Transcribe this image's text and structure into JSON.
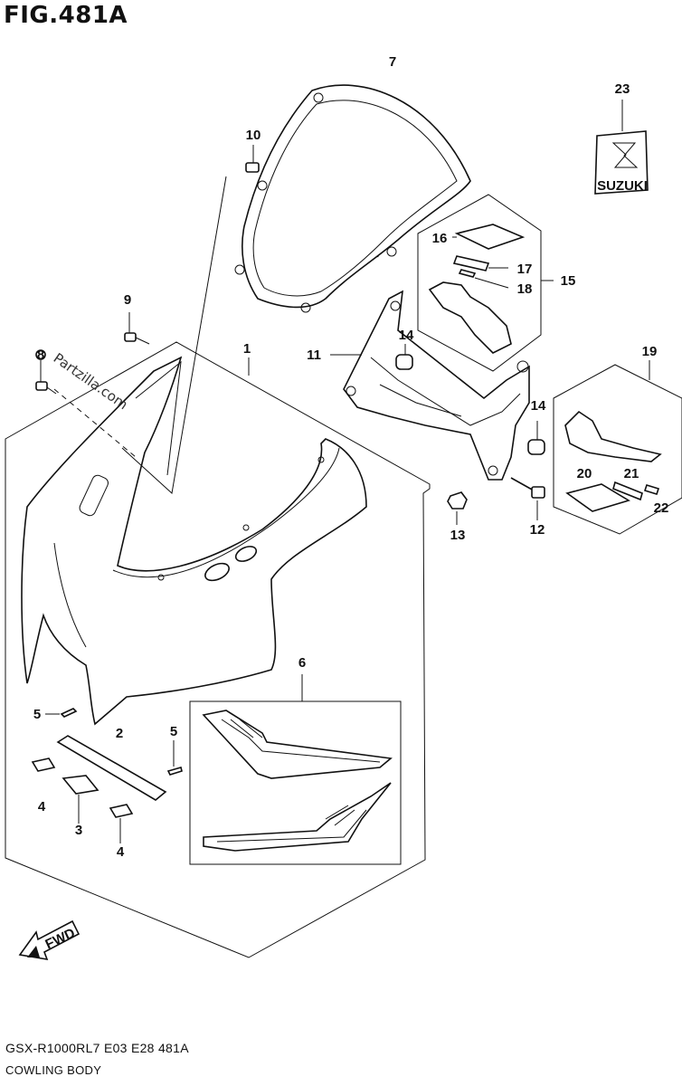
{
  "figure": {
    "title": "FIG.481A"
  },
  "footer": {
    "model_code": "GSX-R1000RL7  E03  E28  481A",
    "group_name": "COWLING BODY"
  },
  "watermark": "Partzilla.com",
  "direction_arrow": {
    "label": "FWD",
    "icon": "fwd-arrow-icon"
  },
  "logo_badge": {
    "text": "SUZUKI",
    "icon": "suzuki-s-logo-icon"
  },
  "callouts": [
    {
      "id": "c1",
      "text": "1"
    },
    {
      "id": "c2",
      "text": "2"
    },
    {
      "id": "c3",
      "text": "3"
    },
    {
      "id": "c4a",
      "text": "4"
    },
    {
      "id": "c4b",
      "text": "4"
    },
    {
      "id": "c5a",
      "text": "5"
    },
    {
      "id": "c5b",
      "text": "5"
    },
    {
      "id": "c6",
      "text": "6"
    },
    {
      "id": "c7",
      "text": "7"
    },
    {
      "id": "c8",
      "text": "8"
    },
    {
      "id": "c9",
      "text": "9"
    },
    {
      "id": "c10",
      "text": "10"
    },
    {
      "id": "c11",
      "text": "11"
    },
    {
      "id": "c12",
      "text": "12"
    },
    {
      "id": "c13",
      "text": "13"
    },
    {
      "id": "c14a",
      "text": "14"
    },
    {
      "id": "c14b",
      "text": "14"
    },
    {
      "id": "c15",
      "text": "15"
    },
    {
      "id": "c16",
      "text": "16"
    },
    {
      "id": "c17",
      "text": "17"
    },
    {
      "id": "c18",
      "text": "18"
    },
    {
      "id": "c19",
      "text": "19"
    },
    {
      "id": "c20",
      "text": "20"
    },
    {
      "id": "c21",
      "text": "21"
    },
    {
      "id": "c22",
      "text": "22"
    },
    {
      "id": "c23",
      "text": "23"
    }
  ]
}
